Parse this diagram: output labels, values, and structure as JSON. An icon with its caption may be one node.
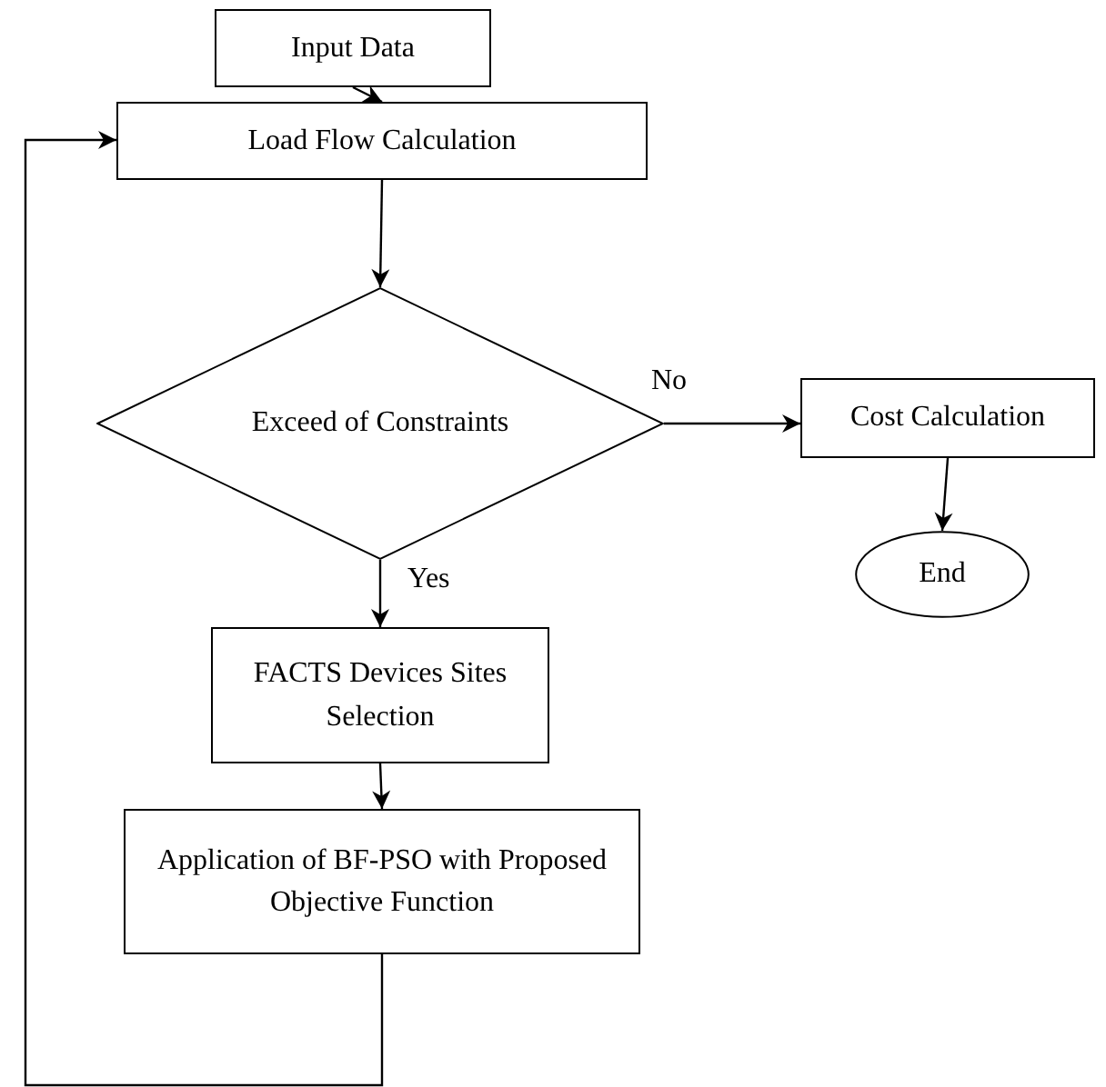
{
  "diagram": {
    "nodes": [
      {
        "text": [
          "Input Data"
        ]
      },
      {
        "text": [
          "Load Flow Calculation"
        ]
      },
      {
        "text": [
          "Exceed of Constraints"
        ]
      },
      {
        "text": [
          "Cost Calculation"
        ]
      },
      {
        "text": [
          "End"
        ]
      },
      {
        "text": [
          "FACTS Devices Sites Selection"
        ]
      },
      {
        "text": [
          "Application of BF-PSO with Proposed Objective Function"
        ]
      }
    ],
    "edges": [
      {
        "from": 0,
        "to": 1,
        "arrow": "to"
      },
      {
        "from": 1,
        "to": 2,
        "arrow": "to"
      },
      {
        "from": 2,
        "to": 3,
        "arrow": "to",
        "label": "No"
      },
      {
        "from": 3,
        "to": 4,
        "arrow": "to"
      },
      {
        "from": 2,
        "to": 5,
        "arrow": "to",
        "label": "Yes"
      },
      {
        "from": 5,
        "to": 6,
        "arrow": "to"
      },
      {
        "from": 6,
        "to": 1,
        "arrow": "to"
      }
    ]
  }
}
